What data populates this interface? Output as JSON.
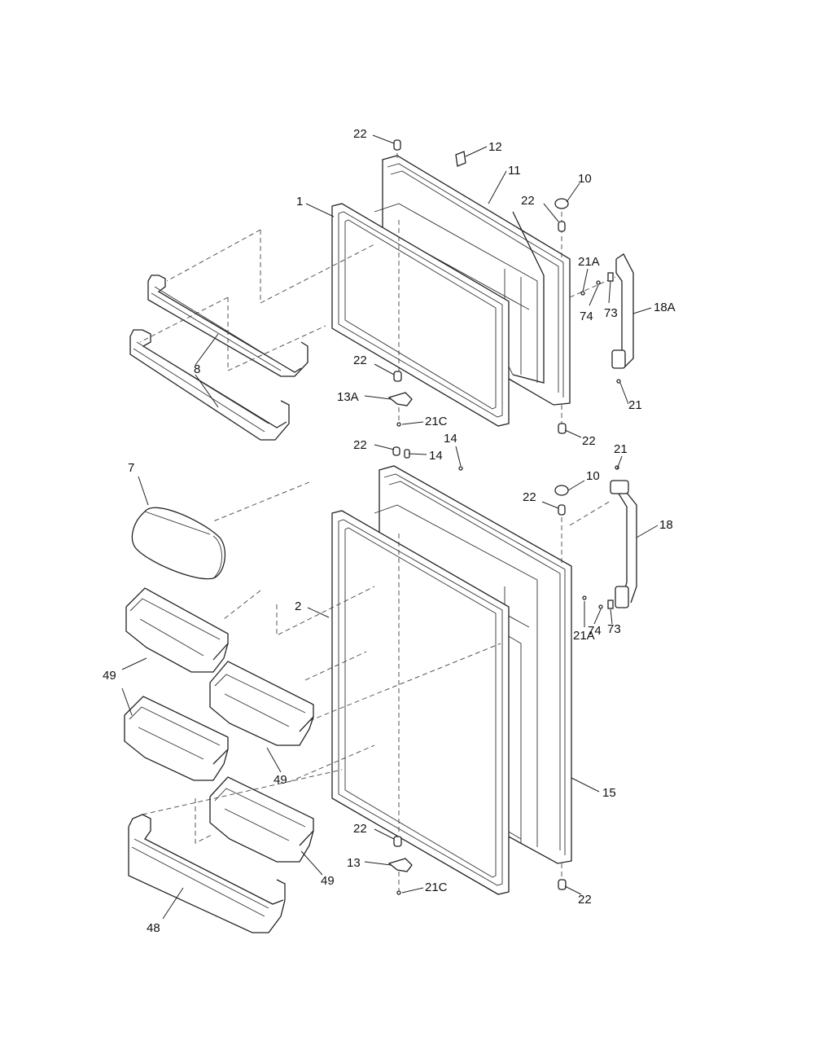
{
  "callouts": [
    {
      "id": "c-22-top-a",
      "text": "22"
    },
    {
      "id": "c-12",
      "text": "12"
    },
    {
      "id": "c-11",
      "text": "11"
    },
    {
      "id": "c-10-a",
      "text": "10"
    },
    {
      "id": "c-22-top-b",
      "text": "22"
    },
    {
      "id": "c-1",
      "text": "1"
    },
    {
      "id": "c-21A-a",
      "text": "21A"
    },
    {
      "id": "c-74-a",
      "text": "74"
    },
    {
      "id": "c-73-a",
      "text": "73"
    },
    {
      "id": "c-18A",
      "text": "18A"
    },
    {
      "id": "c-8",
      "text": "8"
    },
    {
      "id": "c-22-mid-a",
      "text": "22"
    },
    {
      "id": "c-13A",
      "text": "13A"
    },
    {
      "id": "c-21C-a",
      "text": "21C"
    },
    {
      "id": "c-21-a",
      "text": "21"
    },
    {
      "id": "c-22-mid-b",
      "text": "22"
    },
    {
      "id": "c-22-mid-c",
      "text": "22"
    },
    {
      "id": "c-14-a",
      "text": "14"
    },
    {
      "id": "c-14-b",
      "text": "14"
    },
    {
      "id": "c-21-b",
      "text": "21"
    },
    {
      "id": "c-7",
      "text": "7"
    },
    {
      "id": "c-10-b",
      "text": "10"
    },
    {
      "id": "c-22-mid-d",
      "text": "22"
    },
    {
      "id": "c-18",
      "text": "18"
    },
    {
      "id": "c-2",
      "text": "2"
    },
    {
      "id": "c-74-b",
      "text": "74"
    },
    {
      "id": "c-73-b",
      "text": "73"
    },
    {
      "id": "c-21A-b",
      "text": "21A"
    },
    {
      "id": "c-49-a",
      "text": "49"
    },
    {
      "id": "c-49-b",
      "text": "49"
    },
    {
      "id": "c-15",
      "text": "15"
    },
    {
      "id": "c-22-low-a",
      "text": "22"
    },
    {
      "id": "c-13",
      "text": "13"
    },
    {
      "id": "c-49-c",
      "text": "49"
    },
    {
      "id": "c-21C-b",
      "text": "21C"
    },
    {
      "id": "c-22-low-b",
      "text": "22"
    },
    {
      "id": "c-48",
      "text": "48"
    }
  ]
}
